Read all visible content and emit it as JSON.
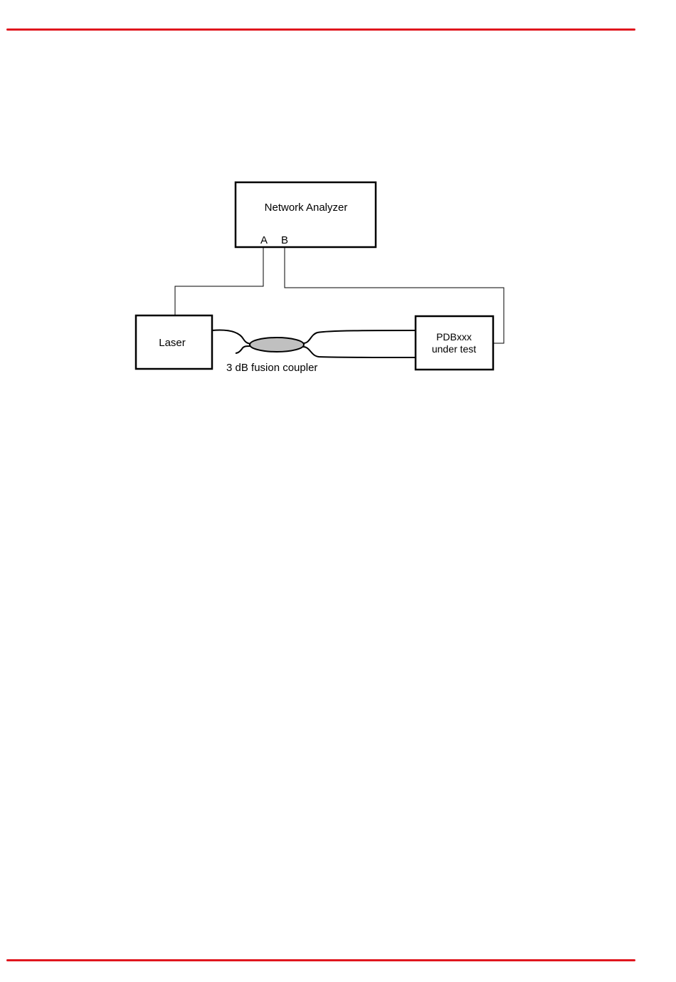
{
  "page": {
    "accent_color": "#e0161e"
  },
  "diagram": {
    "network_analyzer": {
      "label": "Network Analyzer",
      "port_a": "A",
      "port_b": "B"
    },
    "laser": {
      "label": "Laser"
    },
    "device": {
      "label_line1": "PDBxxx",
      "label_line2": "under test"
    },
    "coupler": {
      "label": "3 dB fusion coupler"
    }
  }
}
